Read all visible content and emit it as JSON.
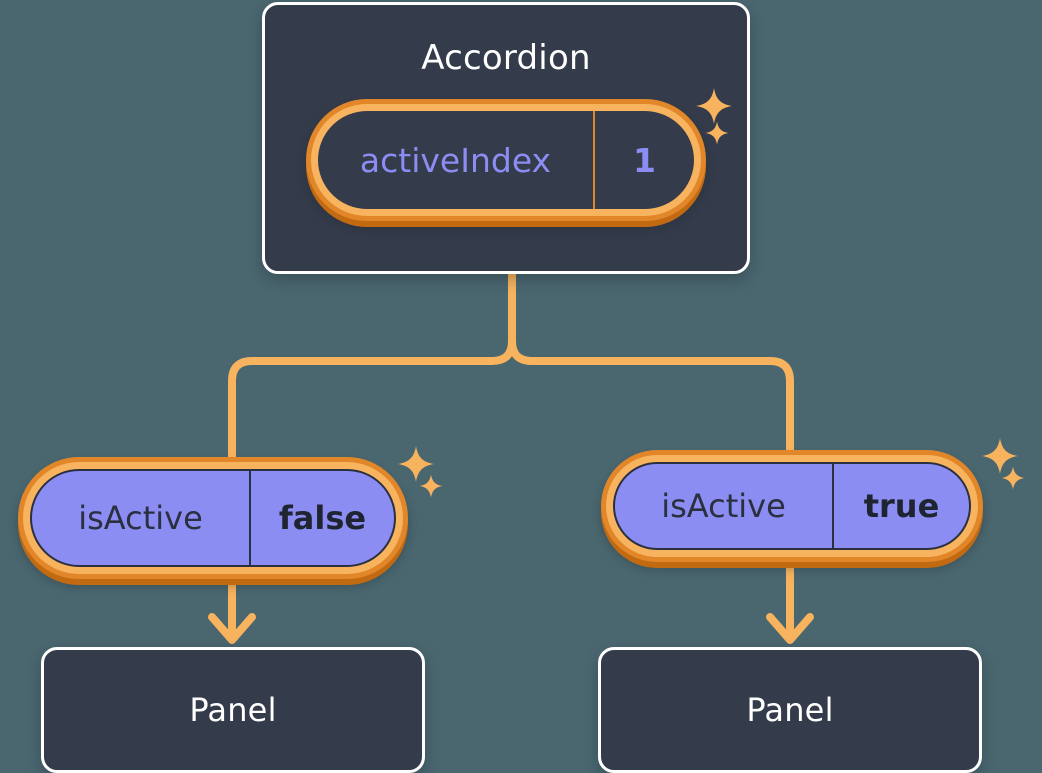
{
  "theme": {
    "background": "#4a666f",
    "card_bg": "#343b4a",
    "card_border": "#ffffff",
    "accent_orange_light": "#f8b35e",
    "accent_orange_mid": "#e1872a",
    "accent_orange_dark": "#c26a12",
    "state_fill": "#8b8df2",
    "state_text": "#2b3040",
    "prop_text": "#8b8df2",
    "title_text": "#ffffff"
  },
  "diagram": {
    "type": "component-state-tree",
    "root": {
      "name": "accordion-card",
      "title": "Accordion",
      "state": {
        "key": "activeIndex",
        "value": "1",
        "highlighted": true
      }
    },
    "children": [
      {
        "name": "branch-left",
        "prop": {
          "key": "isActive",
          "value": "false",
          "highlighted": true
        },
        "panel": {
          "title": "Panel"
        }
      },
      {
        "name": "branch-right",
        "prop": {
          "key": "isActive",
          "value": "true",
          "highlighted": true
        },
        "panel": {
          "title": "Panel"
        }
      }
    ],
    "sparkles": [
      {
        "name": "sparkle-accordion",
        "count": 2
      },
      {
        "name": "sparkle-left-prop",
        "count": 2
      },
      {
        "name": "sparkle-right-prop",
        "count": 2
      }
    ],
    "connectors": {
      "style": "orthogonal-rounded",
      "color": "#f8b35e",
      "arrowheads": 2
    }
  }
}
